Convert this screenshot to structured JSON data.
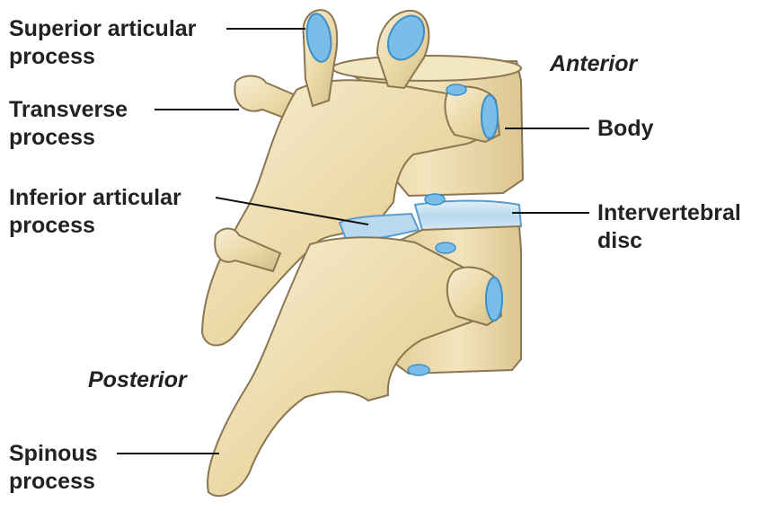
{
  "labels": {
    "superior_articular": {
      "line1": "Superior articular",
      "line2": "process"
    },
    "transverse": {
      "line1": "Transverse",
      "line2": "process"
    },
    "inferior_articular": {
      "line1": "Inferior articular",
      "line2": "process"
    },
    "spinous": {
      "line1": "Spinous",
      "line2": "process"
    },
    "body": "Body",
    "intervertebral": {
      "line1": "Intervertebral",
      "line2": "disc"
    }
  },
  "orientation": {
    "anterior": "Anterior",
    "posterior": "Posterior"
  },
  "colors": {
    "bone": "#ecdcaa",
    "bone_light": "#f5ead0",
    "bone_shadow": "#cdb784",
    "outline": "#8a7650",
    "cartilage": "#79bde8",
    "cartilage_dark": "#3d8fc9",
    "disc": "#c7e1f1",
    "leader": "#111111"
  }
}
